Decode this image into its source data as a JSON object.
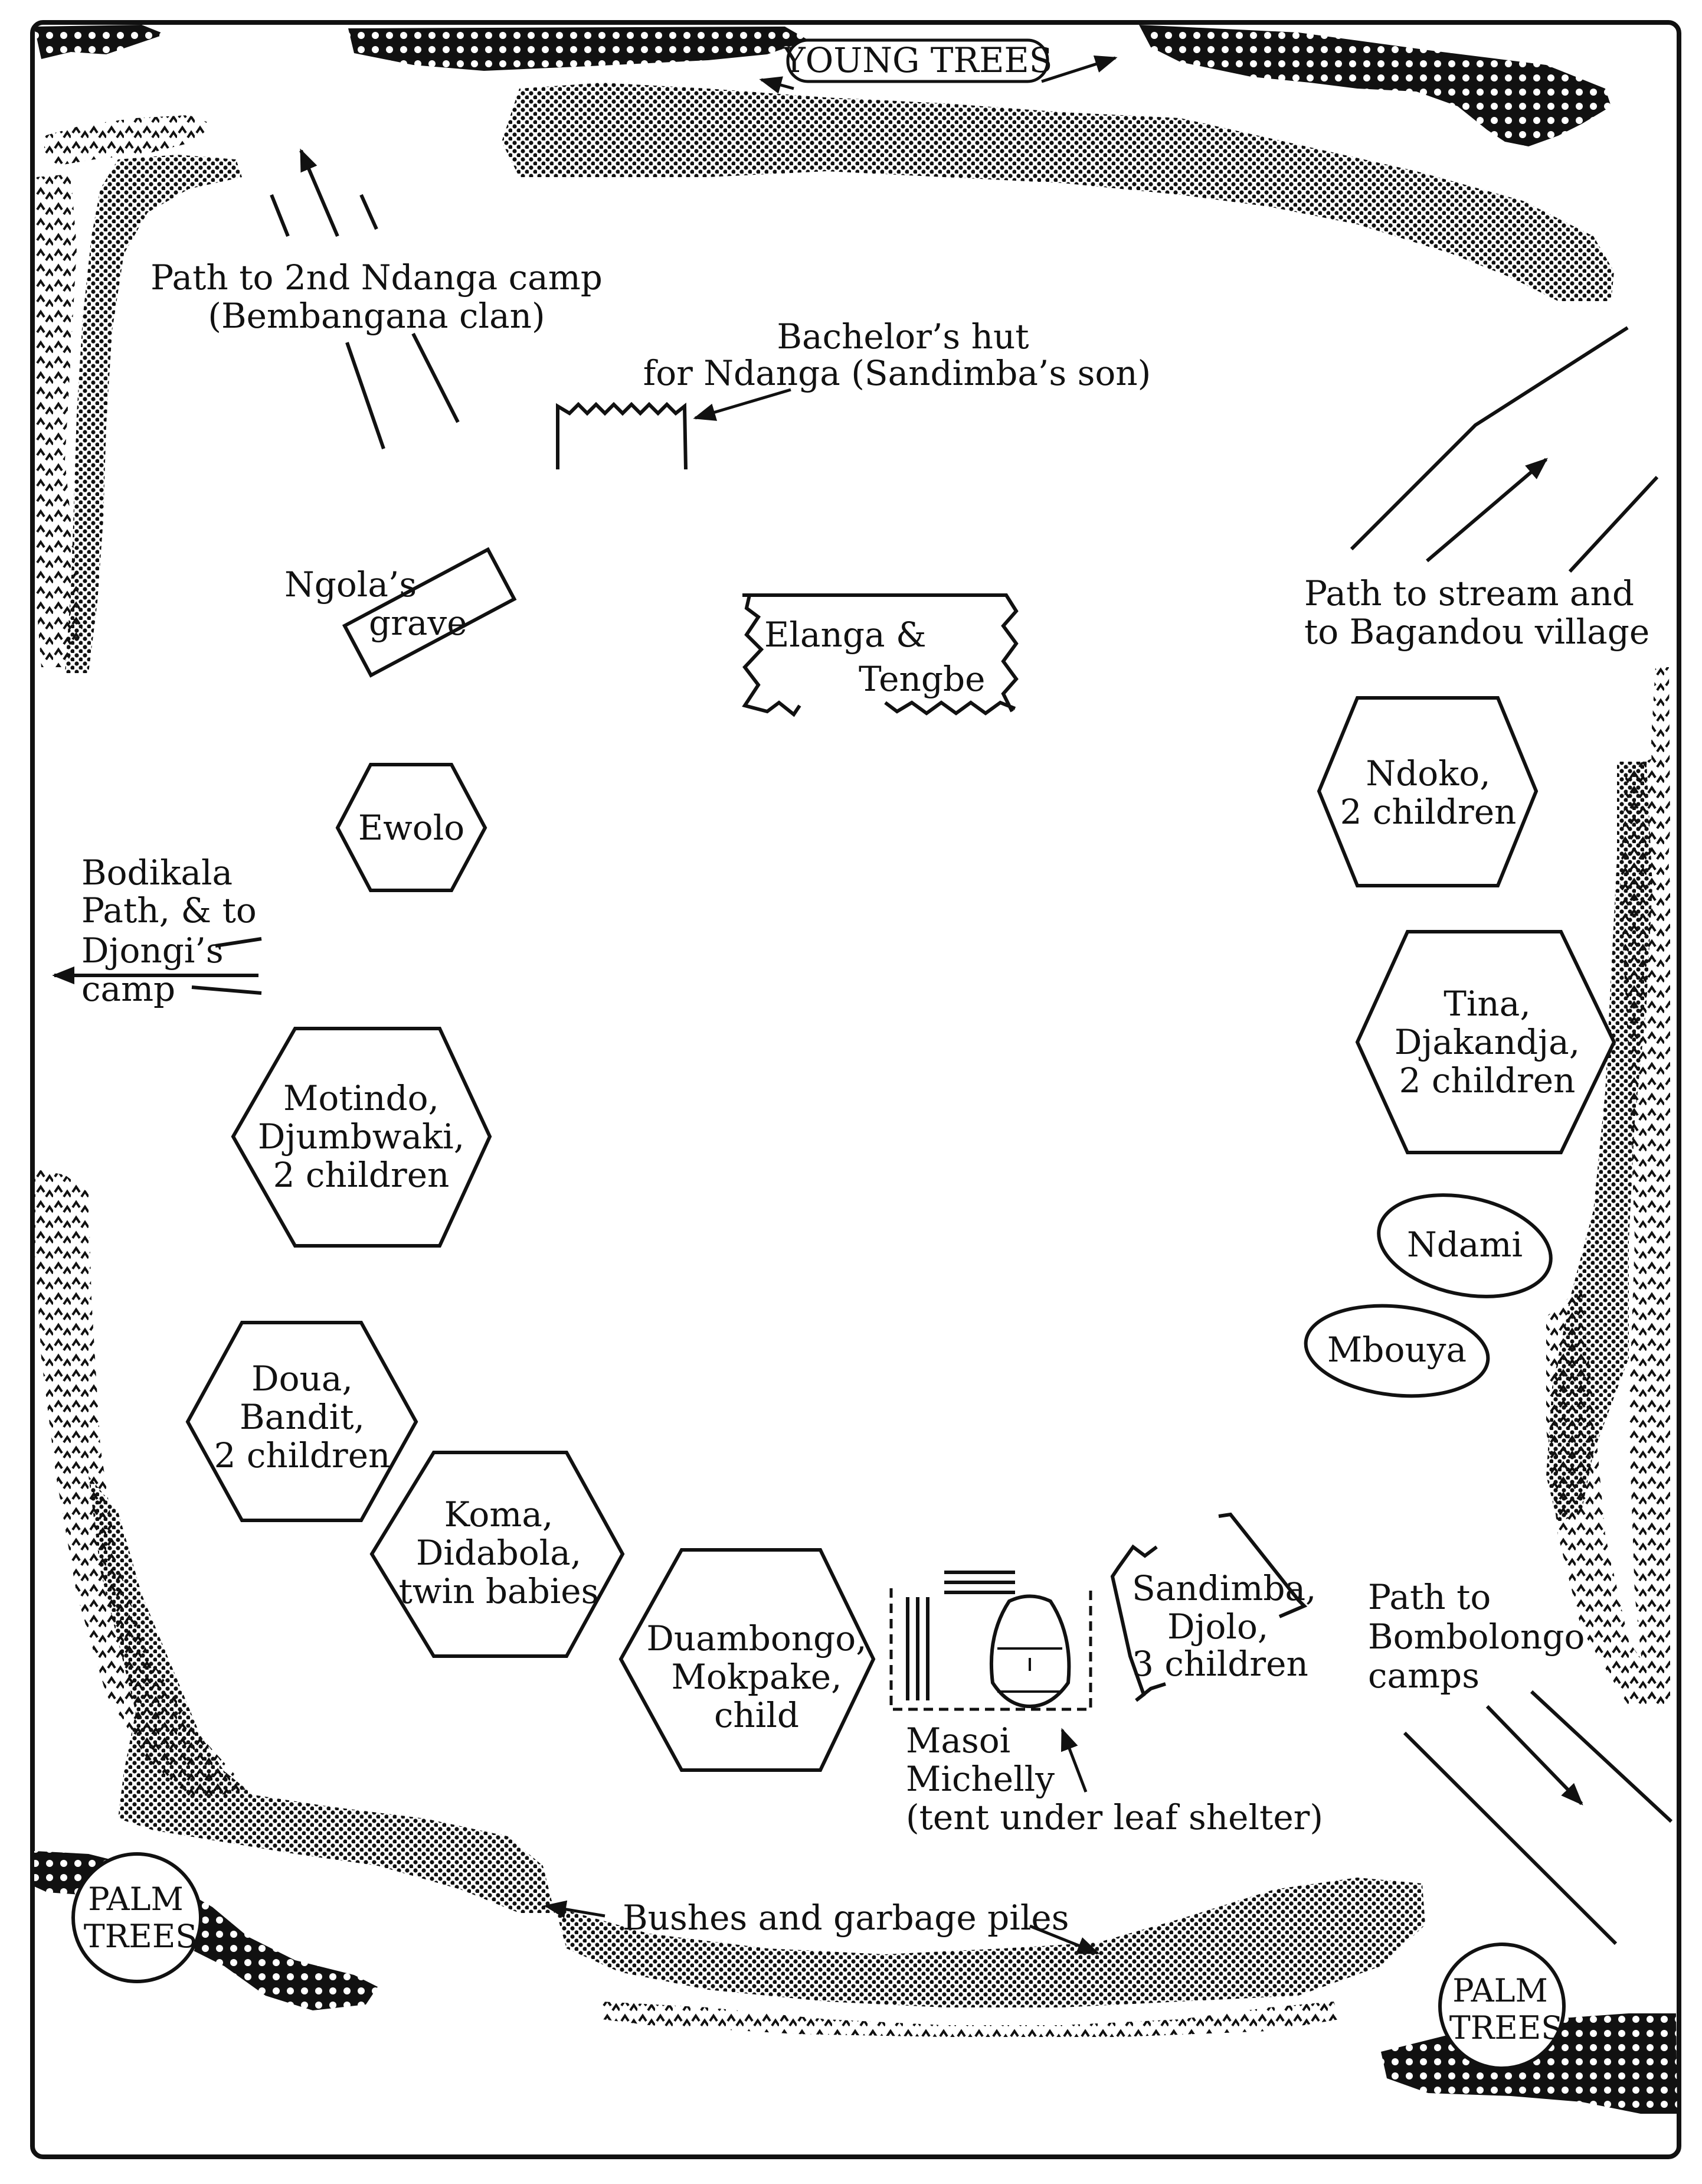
{
  "labels": {
    "young_trees": "YOUNG TREES",
    "path_2nd_camp": [
      "Path to 2nd Ndanga camp",
      "(Bembangana clan)"
    ],
    "bachelors_hut": [
      "Bachelor’s hut",
      "for Ndanga (Sandimba’s son)"
    ],
    "ngola_grave": [
      "Ngola’s",
      "grave"
    ],
    "elanga_tengbe": [
      "Elanga &",
      "Tengbe"
    ],
    "path_stream": [
      "Path to stream and",
      "to Bagandou village"
    ],
    "bodikala": [
      "Bodikala",
      "Path, & to",
      "Djongi’s",
      "camp"
    ],
    "masoi": [
      "Masoi",
      "Michelly",
      "(tent under leaf shelter)"
    ],
    "bushes": "Bushes  and garbage piles",
    "path_bombolongo": [
      "Path to",
      "Bombolongo",
      "camps"
    ],
    "palm_left": [
      "PALM",
      "TREES"
    ],
    "palm_right": [
      "PALM",
      "TREES"
    ],
    "sandimba": [
      "Sandimba,",
      "Djolo,",
      "3 children"
    ]
  },
  "huts": {
    "ewolo": [
      "Ewolo"
    ],
    "ndoko": [
      "Ndoko,",
      "2 children"
    ],
    "tina": [
      "Tina,",
      "Djakandja,",
      "2 children"
    ],
    "motindo": [
      "Motindo,",
      "Djumbwaki,",
      "2 children"
    ],
    "doua": [
      "Doua,",
      "Bandit,",
      "2 children"
    ],
    "koma": [
      "Koma,",
      "Didabola,",
      "twin babies"
    ],
    "duambongo": [
      "Duambongo,",
      "Mokpake,",
      "child"
    ],
    "ndami": [
      "Ndami"
    ],
    "mbouya": [
      "Mbouya"
    ]
  },
  "colors": {
    "ink": "#111111",
    "paper": "#ffffff"
  }
}
